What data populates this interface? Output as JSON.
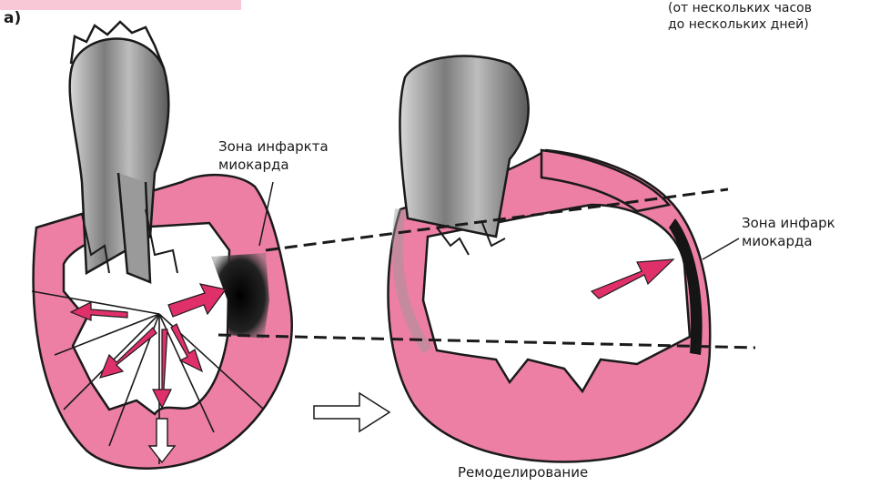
{
  "panel_label": "а)",
  "top_note": [
    "(от нескольких часов",
    "до нескольких дней)"
  ],
  "left_heart": {
    "infarct_label": [
      "Зона инфаркта",
      "миокарда"
    ]
  },
  "right_heart": {
    "infarct_label": [
      "Зона инфарк",
      "миокарда"
    ]
  },
  "caption": "Ремоделирование",
  "colors": {
    "myocardium": "#ec7fa3",
    "arrow": "#e0306a",
    "infarct": "#111111",
    "outline": "#1a1a1a",
    "vessel": "#8a8a8a"
  }
}
